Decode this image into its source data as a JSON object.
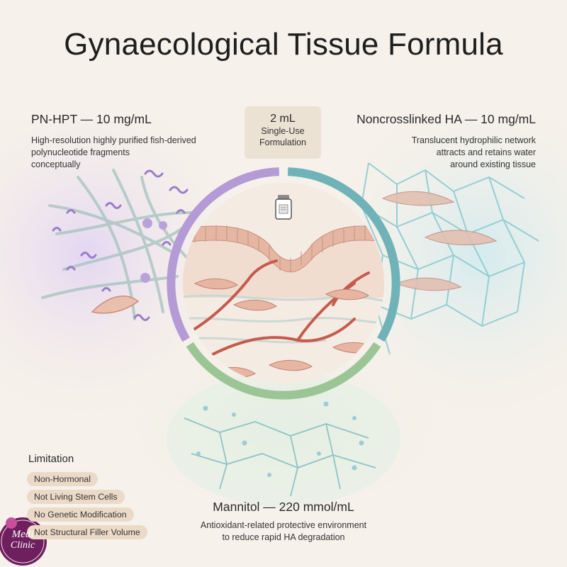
{
  "title": "Gynaecological Tissue Formula",
  "center": {
    "volume": "2 mL",
    "line1": "Single-Use",
    "line2": "Formulation"
  },
  "components": [
    {
      "heading": "PN-HPT — 10 mg/mL",
      "lines": [
        "High-resolution highly purified fish-derived",
        "polynucleotide fragments",
        "conceptually"
      ],
      "color": "#b49bd6"
    },
    {
      "heading": "Noncrosslinked HA — 10 mg/mL",
      "lines": [
        "Translucent hydrophilic network",
        "attracts and retains water",
        "around existing tissue"
      ],
      "color": "#6fb3b8"
    },
    {
      "heading": "Mannitol — 220 mmol/mL",
      "lines": [
        "Antioxidant-related protective environment",
        "to reduce rapid HA degradation"
      ],
      "color": "#9cc596"
    }
  ],
  "limitation": {
    "title": "Limitation",
    "items": [
      "Non-Hormonal",
      "Not Living Stem Cells",
      "No Genetic Modification",
      "Not Structural Filler Volume"
    ]
  },
  "logo": {
    "line1": "Medi",
    "line2": "Clinic"
  },
  "icons": {
    "vial": "vial-icon"
  }
}
